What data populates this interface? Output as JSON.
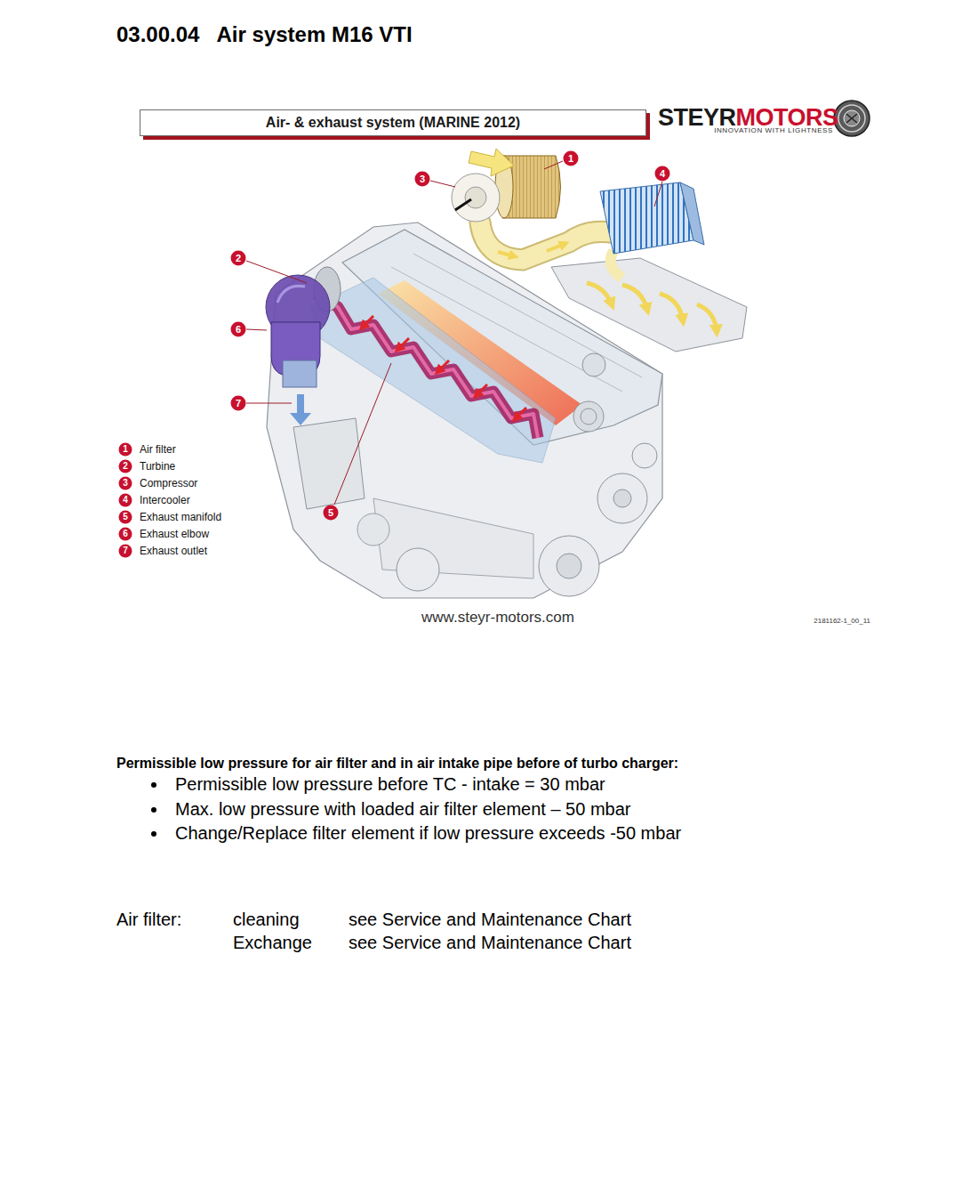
{
  "diagram": {
    "title": "03.00.04   Air system M16 VTI",
    "nodes": [
      {
        "text": [
          "Air- & exhaust system (MARINE 2012)"
        ]
      }
    ],
    "labels": [
      "STEYR",
      "MOTORS",
      "INNOVATION WITH LIGHTNESS",
      "1",
      "2",
      "3",
      "4",
      "5",
      "6",
      "7",
      "1",
      "2",
      "3",
      "4",
      "5",
      "6",
      "7",
      "www.steyr-motors.com",
      "2181162-1_00_11",
      "Permissible low pressure for air filter and in air intake pipe before of turbo charger:",
      "Permissible low pressure before TC - intake = 30 mbar",
      "Max. low pressure with loaded air filter element – 50 mbar",
      "Change/Replace filter element if low pressure exceeds -50 mbar",
      "Air filter:",
      "cleaning",
      "see Service and Maintenance Chart",
      "Exchange",
      "see Service and Maintenance Chart"
    ],
    "legend": [
      {
        "text": "Air filter"
      },
      {
        "text": "Turbine"
      },
      {
        "text": "Compressor"
      },
      {
        "text": "Intercooler"
      },
      {
        "text": "Exhaust manifold"
      },
      {
        "text": "Exhaust elbow"
      },
      {
        "text": "Exhaust outlet"
      }
    ]
  }
}
